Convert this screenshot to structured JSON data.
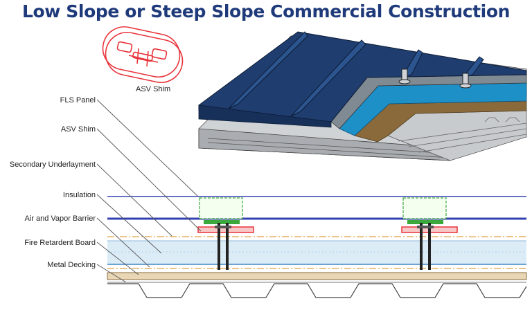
{
  "title": "Low Slope or Steep Slope Commercial Construction",
  "shim_caption": "ASV Shim",
  "layer_labels": [
    "FLS Panel",
    "ASV Shim",
    "Secondary Underlayment",
    "Insulation",
    "Air and Vapor Barrier",
    "Fire Retardent Board",
    "Metal Decking"
  ],
  "colors": {
    "title": "#1f3a7a",
    "panel": "#1f3d6e",
    "underlayment": "#1e90c8",
    "insulation_board": "#8a6a3a",
    "deck": "#b9bcc0",
    "shim": "#e8333a",
    "anchor_outline": "#3aa83a",
    "line_blue": "#3340b0"
  }
}
